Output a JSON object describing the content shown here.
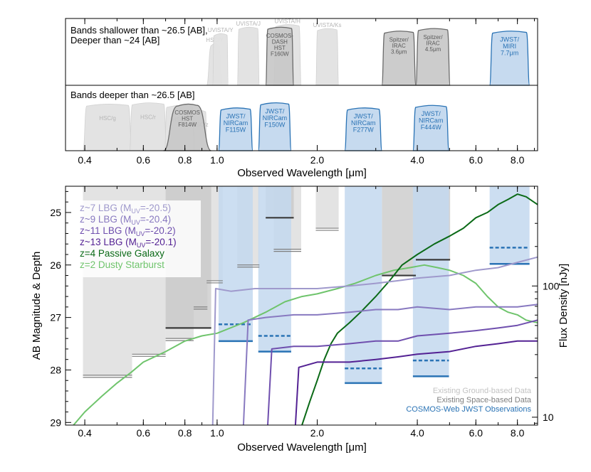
{
  "chart_data": [
    {
      "type": "area",
      "panel": "top",
      "xscale": "log",
      "xlim": [
        0.35,
        9.2
      ],
      "x_ticks": [
        0.4,
        0.6,
        0.8,
        1.0,
        2.0,
        4.0,
        6.0,
        8.0
      ],
      "x_tick_labels": [
        "0.4",
        "0.6",
        "0.8",
        "1.0",
        "2.0",
        "4.0",
        "6.0",
        "8.0"
      ],
      "xlabel": "Observed Wavelength [μm]",
      "upper": {
        "caption_line1": "Bands shallower than ~26.5 [AB],",
        "caption_line2": "Deeper than ~24 [AB]",
        "filters": [
          {
            "label": [
              "HSC/Y"
            ],
            "kind": "ground",
            "lo": 0.93,
            "hi": 1.04,
            "peak": 0.63,
            "soft": true
          },
          {
            "label": [
              "UVISTA/Y"
            ],
            "kind": "ground",
            "lo": 0.97,
            "hi": 1.08,
            "peak": 0.78
          },
          {
            "label": [
              "UVISTA/J"
            ],
            "kind": "ground",
            "lo": 1.15,
            "hi": 1.34,
            "peak": 0.88
          },
          {
            "label": [
              "UVISTA/H"
            ],
            "kind": "ground",
            "lo": 1.48,
            "hi": 1.79,
            "peak": 0.92
          },
          {
            "label": [
              "COSMOS-",
              "DASH",
              "HST",
              "F160W"
            ],
            "kind": "space",
            "lo": 1.4,
            "hi": 1.7,
            "peak": 0.88
          },
          {
            "label": [
              "UVISTA/Ks"
            ],
            "kind": "ground",
            "lo": 1.98,
            "hi": 2.32,
            "peak": 0.86
          },
          {
            "label": [
              "Spitzer/",
              "IRAC",
              "3.6μm"
            ],
            "kind": "space",
            "lo": 3.13,
            "hi": 3.96,
            "peak": 0.82
          },
          {
            "label": [
              "Spitzer/",
              "IRAC",
              "4.5μm"
            ],
            "kind": "space",
            "lo": 3.96,
            "hi": 5.02,
            "peak": 0.86
          },
          {
            "label": [
              "JWST/",
              "MIRI",
              "7.7μm"
            ],
            "kind": "jwst",
            "lo": 6.6,
            "hi": 8.7,
            "peak": 0.82
          }
        ]
      },
      "lower": {
        "caption": "Bands deeper than ~26.5 [AB]",
        "filters": [
          {
            "label": [
              "HSC/g"
            ],
            "kind": "ground",
            "lo": 0.395,
            "hi": 0.555,
            "peak": 0.72
          },
          {
            "label": [
              "HSC/r"
            ],
            "kind": "ground",
            "lo": 0.545,
            "hi": 0.705,
            "peak": 0.74
          },
          {
            "label": [
              "HSC/i"
            ],
            "kind": "ground",
            "lo": 0.695,
            "hi": 0.855,
            "peak": 0.7
          },
          {
            "label": [
              "HSC/z"
            ],
            "kind": "ground",
            "lo": 0.85,
            "hi": 0.93,
            "peak": 0.62
          },
          {
            "label": [
              "COSMOS",
              "HST",
              "F814W"
            ],
            "kind": "space",
            "lo": 0.69,
            "hi": 0.96,
            "peak": 0.72,
            "soft": true
          },
          {
            "label": [
              "JWST/",
              "NIRCam",
              "F115W"
            ],
            "kind": "jwst",
            "lo": 1.01,
            "hi": 1.28,
            "peak": 0.66
          },
          {
            "label": [
              "JWST/",
              "NIRCam",
              "F150W"
            ],
            "kind": "jwst",
            "lo": 1.33,
            "hi": 1.67,
            "peak": 0.74
          },
          {
            "label": [
              "JWST/",
              "NIRCam",
              "F277W"
            ],
            "kind": "jwst",
            "lo": 2.42,
            "hi": 3.13,
            "peak": 0.66
          },
          {
            "label": [
              "JWST/",
              "NIRCam",
              "F444W"
            ],
            "kind": "jwst",
            "lo": 3.88,
            "hi": 4.98,
            "peak": 0.7
          }
        ]
      }
    },
    {
      "type": "line",
      "panel": "bottom",
      "xscale": "log",
      "xlim": [
        0.35,
        9.2
      ],
      "ylim": [
        29.05,
        24.5
      ],
      "x_ticks": [
        0.4,
        0.6,
        0.8,
        1.0,
        2.0,
        4.0,
        6.0,
        8.0
      ],
      "x_tick_labels": [
        "0.4",
        "0.6",
        "0.8",
        "1.0",
        "2.0",
        "4.0",
        "6.0",
        "8.0"
      ],
      "y_ticks": [
        25,
        26,
        27,
        28,
        29
      ],
      "y_tick_labels": [
        "25",
        "26",
        "27",
        "28",
        "29"
      ],
      "xlabel": "Observed Wavelength [μm]",
      "ylabel": "AB Magnitude & Depth",
      "y2label": "Flux Density [nJy]",
      "y2_ticks": [
        {
          "label": "100",
          "mag": 26.4
        },
        {
          "label": "10",
          "mag": 28.9
        }
      ],
      "colors": {
        "ground": "#e1e1e1",
        "space": "#c7c7c7",
        "jwst": "#c3d8ee",
        "jwst_line": "#2a73b5",
        "z7": "#9f99cc",
        "z9": "#8879c0",
        "z11": "#6f4fae",
        "z13": "#532193",
        "passive": "#0b6a17",
        "dusty": "#6fc46c"
      },
      "depth_blocks": [
        {
          "kind": "ground",
          "lo": 0.395,
          "hi": 0.555,
          "depth": 28.1
        },
        {
          "kind": "ground",
          "lo": 0.555,
          "hi": 0.7,
          "depth": 27.7
        },
        {
          "kind": "ground",
          "lo": 0.7,
          "hi": 0.85,
          "depth": 27.4
        },
        {
          "kind": "ground",
          "lo": 0.85,
          "hi": 0.935,
          "depth": 26.8
        },
        {
          "kind": "ground",
          "lo": 0.93,
          "hi": 1.04,
          "depth": 26.3
        },
        {
          "kind": "ground",
          "lo": 1.15,
          "hi": 1.34,
          "depth": 26.0
        },
        {
          "kind": "ground",
          "lo": 1.48,
          "hi": 1.79,
          "depth": 25.7
        },
        {
          "kind": "ground",
          "lo": 1.98,
          "hi": 2.32,
          "depth": 25.3
        },
        {
          "kind": "space",
          "lo": 0.7,
          "hi": 0.96,
          "depth": 27.2
        },
        {
          "kind": "space",
          "lo": 1.4,
          "hi": 1.7,
          "depth": 25.1
        },
        {
          "kind": "space",
          "lo": 3.13,
          "hi": 3.96,
          "depth": 26.2
        },
        {
          "kind": "space",
          "lo": 3.96,
          "hi": 5.02,
          "depth": 25.9
        },
        {
          "kind": "jwst",
          "lo": 1.01,
          "hi": 1.28,
          "depth": 27.45,
          "dashed_depth": 27.13
        },
        {
          "kind": "jwst",
          "lo": 1.33,
          "hi": 1.67,
          "depth": 27.65,
          "dashed_depth": 27.35
        },
        {
          "kind": "jwst",
          "lo": 2.42,
          "hi": 3.13,
          "depth": 28.25,
          "dashed_depth": 27.97
        },
        {
          "kind": "jwst",
          "lo": 3.88,
          "hi": 4.98,
          "depth": 28.12,
          "dashed_depth": 27.82
        },
        {
          "kind": "jwst",
          "lo": 6.6,
          "hi": 8.7,
          "depth": 25.98,
          "dashed_depth": 25.67
        }
      ],
      "legend": {
        "placement": "upper-left",
        "entries": [
          {
            "key": "z7",
            "text_before": "z~7 LBG (M",
            "sub": "UV",
            "text_after": "=-20.5)"
          },
          {
            "key": "z9",
            "text_before": "z~9 LBG (M",
            "sub": "UV",
            "text_after": "=-20.4)"
          },
          {
            "key": "z11",
            "text_before": "z~11 LBG (M",
            "sub": "UV",
            "text_after": "=-20.2)"
          },
          {
            "key": "z13",
            "text_before": "z~13 LBG (M",
            "sub": "UV",
            "text_after": "=-20.1)"
          },
          {
            "key": "passive",
            "text": "z=4 Passive Galaxy"
          },
          {
            "key": "dusty",
            "text": "z=2 Dusty Starburst"
          }
        ]
      },
      "data_legend": [
        {
          "key": "ground",
          "text": "Existing Ground-based Data",
          "color": "#c3c3c3"
        },
        {
          "key": "space",
          "text": "Existing Space-based Data",
          "color": "#808080"
        },
        {
          "key": "jwst",
          "text": "COSMOS-Web JWST Observations",
          "color": "#2a73b5"
        }
      ],
      "series": [
        {
          "key": "dusty",
          "color": "#6fc46c",
          "points": [
            [
              0.37,
              29.05
            ],
            [
              0.4,
              28.8
            ],
            [
              0.45,
              28.5
            ],
            [
              0.5,
              28.25
            ],
            [
              0.55,
              28.05
            ],
            [
              0.6,
              27.85
            ],
            [
              0.7,
              27.65
            ],
            [
              0.8,
              27.45
            ],
            [
              0.9,
              27.35
            ],
            [
              1.0,
              27.3
            ],
            [
              1.2,
              27.1
            ],
            [
              1.4,
              26.9
            ],
            [
              1.6,
              26.7
            ],
            [
              1.8,
              26.6
            ],
            [
              2.0,
              26.55
            ],
            [
              2.3,
              26.45
            ],
            [
              2.6,
              26.35
            ],
            [
              3.0,
              26.2
            ],
            [
              3.4,
              26.1
            ],
            [
              3.8,
              26.05
            ],
            [
              4.2,
              26.0
            ],
            [
              4.6,
              26.05
            ],
            [
              5.0,
              26.1
            ],
            [
              5.5,
              26.2
            ],
            [
              6.0,
              26.35
            ],
            [
              6.5,
              26.6
            ],
            [
              7.0,
              26.8
            ],
            [
              7.5,
              26.9
            ],
            [
              8.0,
              26.95
            ],
            [
              8.5,
              27.05
            ],
            [
              9.2,
              27.1
            ]
          ]
        },
        {
          "key": "passive",
          "color": "#0b6a17",
          "points": [
            [
              1.8,
              29.1
            ],
            [
              1.9,
              28.6
            ],
            [
              2.0,
              28.2
            ],
            [
              2.1,
              27.8
            ],
            [
              2.2,
              27.5
            ],
            [
              2.3,
              27.3
            ],
            [
              2.5,
              27.1
            ],
            [
              2.7,
              26.9
            ],
            [
              3.0,
              26.6
            ],
            [
              3.3,
              26.3
            ],
            [
              3.6,
              26.0
            ],
            [
              4.0,
              25.8
            ],
            [
              4.5,
              25.6
            ],
            [
              5.0,
              25.45
            ],
            [
              5.5,
              25.3
            ],
            [
              6.0,
              25.1
            ],
            [
              6.5,
              25.0
            ],
            [
              7.0,
              24.85
            ],
            [
              7.5,
              24.75
            ],
            [
              8.0,
              24.65
            ],
            [
              8.5,
              24.7
            ],
            [
              9.2,
              24.85
            ]
          ]
        },
        {
          "key": "z7",
          "color": "#9f99cc",
          "points": [
            [
              0.97,
              29.1
            ],
            [
              0.99,
              26.45
            ],
            [
              1.1,
              26.5
            ],
            [
              1.3,
              26.45
            ],
            [
              1.6,
              26.45
            ],
            [
              2.0,
              26.45
            ],
            [
              2.5,
              26.4
            ],
            [
              3.0,
              26.35
            ],
            [
              3.5,
              26.3
            ],
            [
              4.0,
              26.25
            ],
            [
              5.0,
              26.2
            ],
            [
              6.0,
              26.1
            ],
            [
              7.0,
              26.05
            ],
            [
              8.0,
              25.95
            ],
            [
              9.2,
              25.85
            ]
          ]
        },
        {
          "key": "z9",
          "color": "#8879c0",
          "points": [
            [
              1.2,
              29.1
            ],
            [
              1.24,
              27.05
            ],
            [
              1.4,
              27.0
            ],
            [
              1.7,
              26.95
            ],
            [
              2.0,
              26.95
            ],
            [
              2.5,
              26.9
            ],
            [
              3.0,
              26.85
            ],
            [
              3.5,
              26.85
            ],
            [
              4.0,
              26.8
            ],
            [
              5.0,
              26.85
            ],
            [
              6.0,
              26.8
            ],
            [
              7.0,
              26.8
            ],
            [
              8.0,
              26.8
            ],
            [
              9.2,
              26.75
            ]
          ]
        },
        {
          "key": "z11",
          "color": "#6f4fae",
          "points": [
            [
              1.42,
              29.1
            ],
            [
              1.46,
              27.6
            ],
            [
              1.7,
              27.55
            ],
            [
              2.0,
              27.55
            ],
            [
              2.5,
              27.5
            ],
            [
              3.0,
              27.45
            ],
            [
              3.5,
              27.45
            ],
            [
              4.0,
              27.35
            ],
            [
              5.0,
              27.3
            ],
            [
              6.0,
              27.25
            ],
            [
              7.0,
              27.2
            ],
            [
              8.0,
              27.15
            ],
            [
              9.2,
              27.05
            ]
          ]
        },
        {
          "key": "z13",
          "color": "#532193",
          "points": [
            [
              1.72,
              29.1
            ],
            [
              1.76,
              27.95
            ],
            [
              2.0,
              27.85
            ],
            [
              2.5,
              27.85
            ],
            [
              3.0,
              27.8
            ],
            [
              3.5,
              27.75
            ],
            [
              4.0,
              27.7
            ],
            [
              5.0,
              27.65
            ],
            [
              6.0,
              27.55
            ],
            [
              7.0,
              27.5
            ],
            [
              8.0,
              27.45
            ],
            [
              9.2,
              27.45
            ]
          ]
        }
      ]
    }
  ]
}
